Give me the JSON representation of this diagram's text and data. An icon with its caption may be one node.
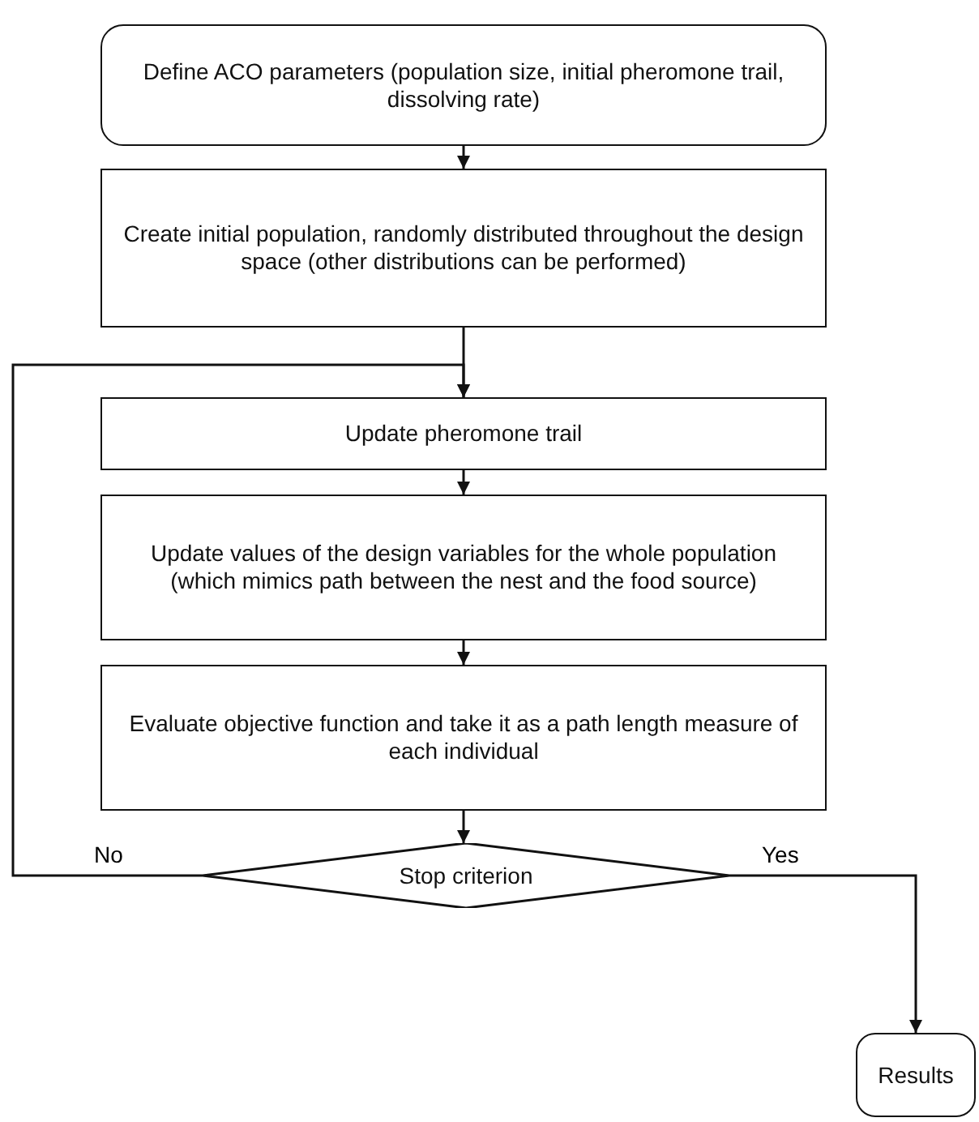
{
  "diagram": {
    "nodes": [
      {
        "text": [
          "Define ACO parameters (population size, initial pheromone trail, dissolving rate)"
        ]
      },
      {
        "text": [
          "Create initial population, randomly distributed throughout the design space (other distributions can be performed)"
        ]
      },
      {
        "text": [
          "Update pheromone trail"
        ]
      },
      {
        "text": [
          "Update values of the design variables for the whole population (which mimics path between the nest and the food source)"
        ]
      },
      {
        "text": [
          "Evaluate objective function and take it as a path length measure of each individual"
        ]
      },
      {
        "text": [
          "Stop criterion"
        ]
      },
      {
        "text": [
          "Results"
        ]
      }
    ],
    "edges": [
      {
        "from": 0,
        "to": 1,
        "arrow": "to"
      },
      {
        "from": 1,
        "to": 2,
        "arrow": "to"
      },
      {
        "from": 2,
        "to": 3,
        "arrow": "to"
      },
      {
        "from": 3,
        "to": 4,
        "arrow": "to"
      },
      {
        "from": 4,
        "to": 5,
        "arrow": "to"
      },
      {
        "from": 5,
        "to": 2,
        "arrow": "to",
        "label": "No"
      },
      {
        "from": 5,
        "to": 6,
        "arrow": "to",
        "label": "Yes"
      }
    ]
  }
}
